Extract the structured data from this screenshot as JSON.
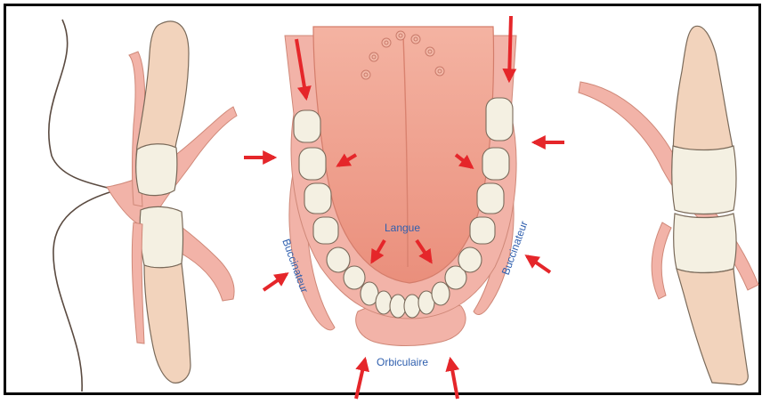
{
  "labels": {
    "langue": "Langue",
    "buccinateur_left": "Buccinateur",
    "buccinateur_right": "Buccinateur",
    "orbiculaire": "Orbiculaire"
  },
  "colors": {
    "arrow": "#e5262a",
    "label": "#2f5fae",
    "tongue": "#ee9a88",
    "gum": "#f2b3a8",
    "tooth": "#f4f0e2",
    "root": "#f2d3bc",
    "outline": "#7a6a5a"
  }
}
